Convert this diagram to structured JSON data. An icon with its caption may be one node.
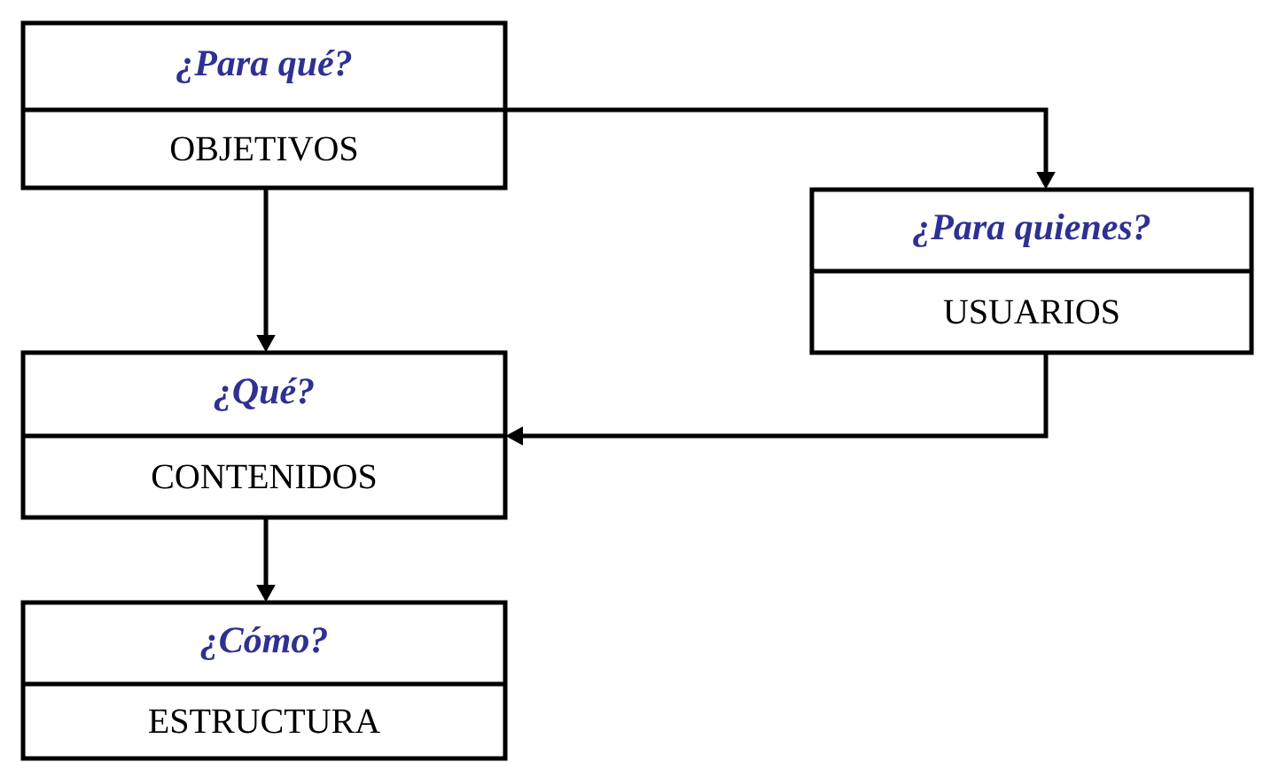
{
  "diagram": {
    "nodes": [
      {
        "text": [
          "¿Para qué?",
          "OBJETIVOS"
        ]
      },
      {
        "text": [
          "¿Para quienes?",
          "USUARIOS"
        ]
      },
      {
        "text": [
          "¿Qué?",
          "CONTENIDOS"
        ]
      },
      {
        "text": [
          "¿Cómo?",
          "ESTRUCTURA"
        ]
      }
    ],
    "edges": [
      {
        "from": 0,
        "to": 1,
        "arrow": "to"
      },
      {
        "from": 0,
        "to": 2,
        "arrow": "to"
      },
      {
        "from": 1,
        "to": 2,
        "arrow": "to"
      },
      {
        "from": 2,
        "to": 3,
        "arrow": "to"
      }
    ]
  }
}
